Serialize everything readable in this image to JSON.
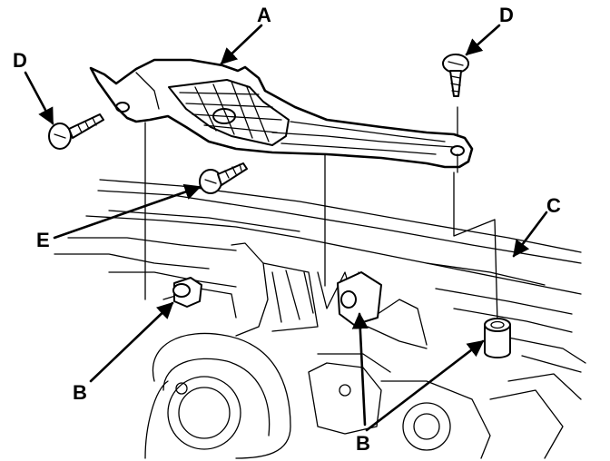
{
  "labels": {
    "a": "A",
    "b_left": "B",
    "b_bottom": "B",
    "c": "C",
    "d_left": "D",
    "d_right": "D",
    "e": "E"
  },
  "colors": {
    "ink": "#000000",
    "paper": "#ffffff"
  }
}
